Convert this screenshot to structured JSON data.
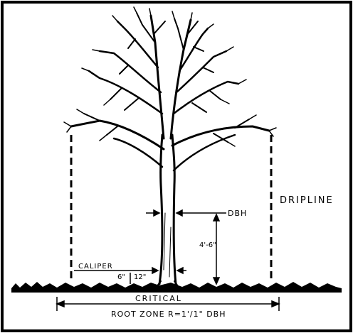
{
  "diagram": {
    "labels": {
      "dripline": "DRIPLINE",
      "dbh": "DBH",
      "dbh_height": "4'-6\"",
      "caliper": "CALIPER",
      "caliper_low": "6\"",
      "caliper_high": "12\"",
      "critical": "CRITICAL",
      "root_zone": "ROOT ZONE  R=1'/1\" DBH"
    },
    "colors": {
      "ink": "#000000",
      "paper": "#ffffff"
    }
  }
}
